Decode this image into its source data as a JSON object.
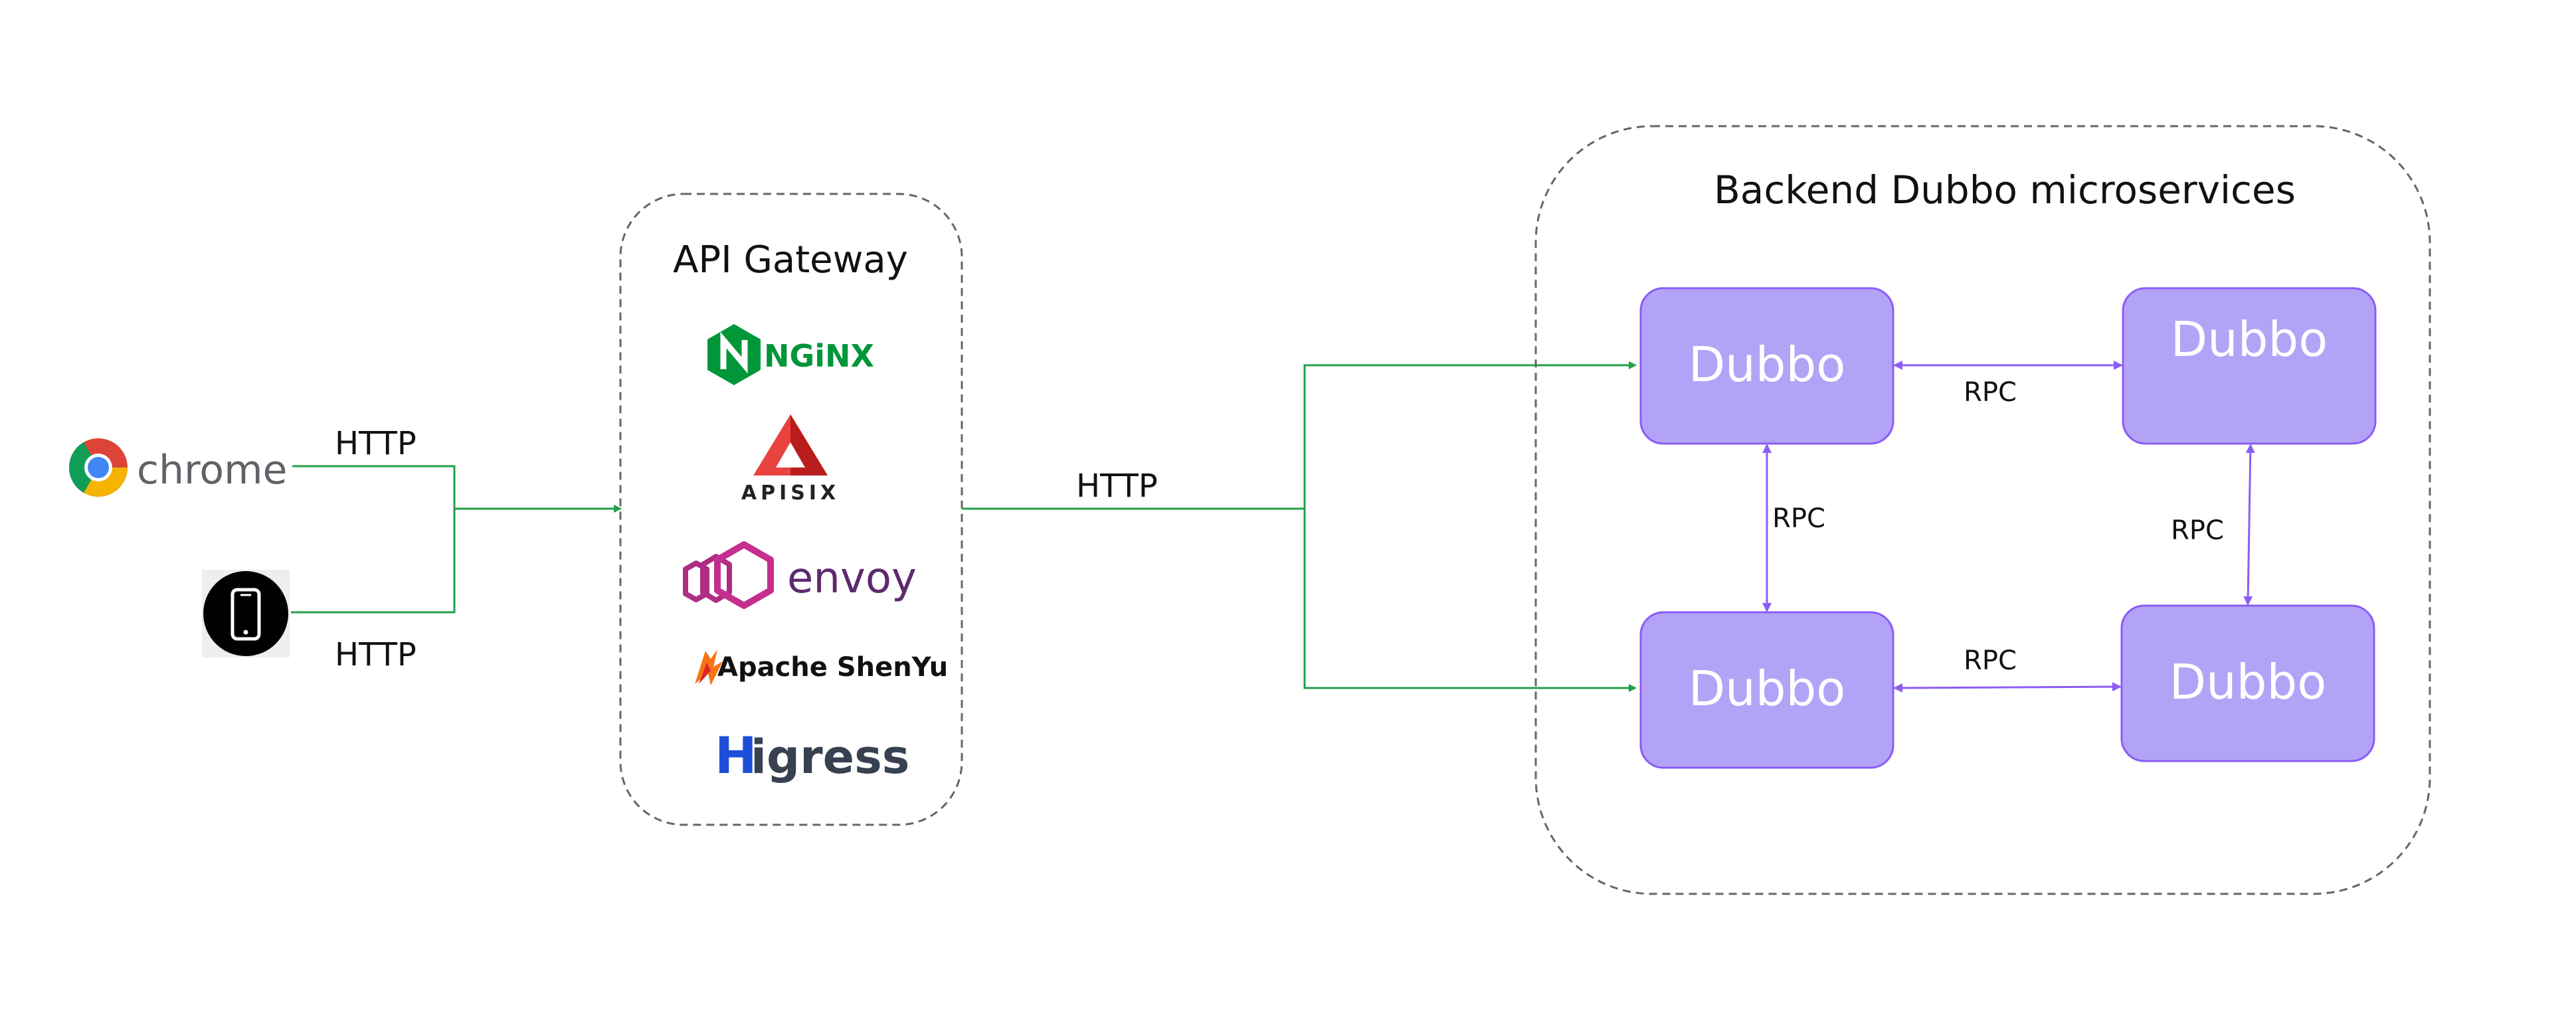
{
  "clients": {
    "chrome_label": "chrome",
    "http_top": "HTTP",
    "http_bottom": "HTTP"
  },
  "gateway": {
    "title": "API Gateway",
    "logos": {
      "nginx": "NGiNX",
      "apisix": "APISIX",
      "envoy": "envoy",
      "shenyu": "Apache ShenYu",
      "higress_first": "H",
      "higress_rest": "igress"
    }
  },
  "gateway_to_backend": {
    "http_label": "HTTP"
  },
  "backend": {
    "title": "Backend Dubbo microservices",
    "services": {
      "top_left": "Dubbo",
      "top_right": "Dubbo",
      "bottom_left": "Dubbo",
      "bottom_right": "Dubbo"
    },
    "rpc": {
      "top": "RPC",
      "bottom": "RPC",
      "left": "RPC",
      "right": "RPC"
    }
  },
  "colors": {
    "http_line": "#22a04a",
    "rpc_line": "#8b5cf6",
    "dubbo_fill": "#b3a3f7",
    "dubbo_stroke": "#8b5cf6",
    "dashed_border": "#666666",
    "chrome_text": "#5f6368",
    "nginx_green": "#009639",
    "apisix_red": "#e8433e",
    "envoy_purple": "#ad2e83",
    "higress_blue": "#1d4ed8",
    "shenyu_orange": "#f97316"
  },
  "icons": {
    "chrome": "chrome-logo-icon",
    "phone": "mobile-phone-icon",
    "nginx": "nginx-logo-icon",
    "apisix": "apisix-logo-icon",
    "envoy": "envoy-logo-icon",
    "shenyu": "shenyu-logo-icon",
    "higress": "higress-logo-icon"
  }
}
